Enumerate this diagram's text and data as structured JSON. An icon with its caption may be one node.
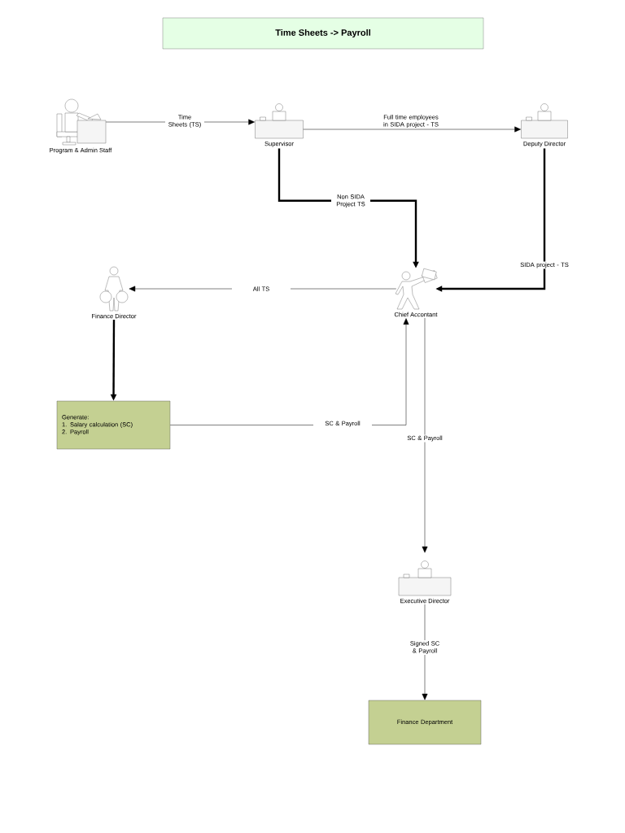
{
  "diagram": {
    "title": "Time Sheets -> Payroll",
    "nodes": [
      {
        "text": [
          "Program & Admin Staff"
        ]
      },
      {
        "text": [
          "Supervisor"
        ]
      },
      {
        "text": [
          "Deputy Director"
        ]
      },
      {
        "text": [
          "Chief Accontant"
        ]
      },
      {
        "text": [
          "Finance Director"
        ]
      },
      {
        "text": [
          "Generate:",
          "1. Salary calculation (SC)",
          "2. Payroll"
        ]
      },
      {
        "text": [
          "Executive Director"
        ]
      },
      {
        "text": [
          "Finance Department"
        ]
      }
    ],
    "edges": [
      {
        "from": 0,
        "to": 1,
        "arrow": "to",
        "label": "Time Sheets (TS)"
      },
      {
        "from": 1,
        "to": 2,
        "arrow": "to",
        "label": "Full time employees in SIDA project - TS"
      },
      {
        "from": 1,
        "to": 3,
        "arrow": "to",
        "label": "Non SIDA Project TS",
        "style": "thick"
      },
      {
        "from": 2,
        "to": 3,
        "arrow": "to",
        "label": "SIDA project - TS",
        "style": "thick"
      },
      {
        "from": 3,
        "to": 4,
        "arrow": "to",
        "label": "All TS"
      },
      {
        "from": 4,
        "to": 5,
        "arrow": "to",
        "style": "thick"
      },
      {
        "from": 5,
        "to": 3,
        "arrow": "to",
        "label": "SC & Payroll"
      },
      {
        "from": 3,
        "to": 6,
        "arrow": "to",
        "label": "SC & Payroll"
      },
      {
        "from": 6,
        "to": 7,
        "arrow": "to",
        "label": "Signed SC & Payroll"
      }
    ]
  }
}
